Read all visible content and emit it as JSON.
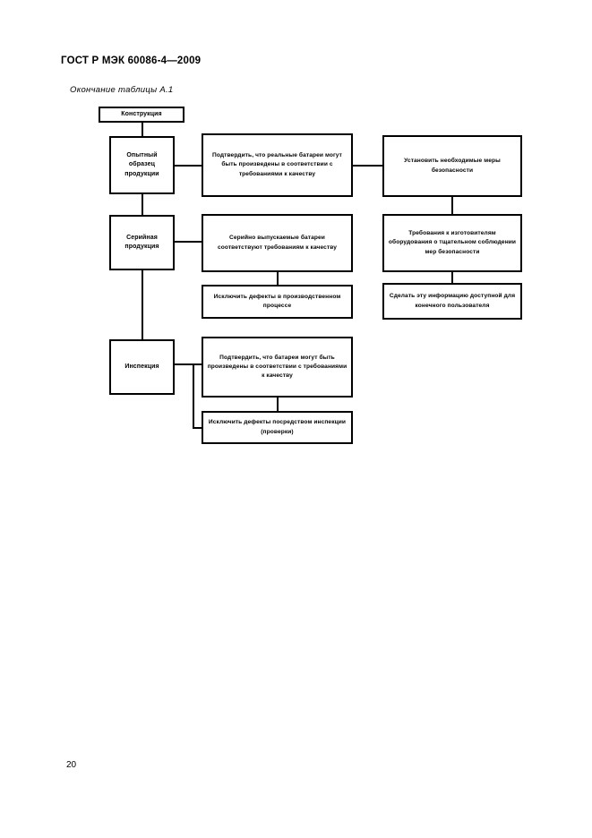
{
  "document": {
    "standard_header": "ГОСТ Р МЭК 60086-4—2009",
    "table_caption": "Окончание таблицы А.1",
    "page_number": "20"
  },
  "flowchart": {
    "root": {
      "label": "Конструкция"
    },
    "stages": [
      {
        "id": "stage-prototype",
        "label": "Опытный\nобразец\nпродукции"
      },
      {
        "id": "stage-serial",
        "label": "Серийная\nпродукция"
      },
      {
        "id": "stage-inspection",
        "label": "Инспекция"
      }
    ],
    "requirements": [
      {
        "id": "req-prototype-confirm",
        "label": "Подтвердить, что реальные батареи могут быть произведены в соответствии с требованиями к качеству"
      },
      {
        "id": "req-serial-conform",
        "label": "Серийно выпускаемые батареи соответствуют требованиям к качеству"
      },
      {
        "id": "req-exclude-production-defects",
        "label": "Исключить дефекты в производственном процессе"
      },
      {
        "id": "req-inspection-confirm",
        "label": "Подтвердить, что батареи могут быть произведены в соответствии с требованиями к качеству"
      },
      {
        "id": "req-exclude-inspection-defects",
        "label": "Исключить дефекты посредством инспекции (проверки)"
      }
    ],
    "outcomes": [
      {
        "id": "outcome-safety-measures",
        "label": "Установить необходимые меры безопасности"
      },
      {
        "id": "outcome-equipment-requirements",
        "label": "Требования к изготовителям оборудования о тщательном соблюдении мер безопасности"
      },
      {
        "id": "outcome-inform-end-user",
        "label": "Сделать эту информацию доступной для конечного пользователя"
      }
    ]
  },
  "colors": {
    "ink": "#000000",
    "paper": "#ffffff"
  }
}
